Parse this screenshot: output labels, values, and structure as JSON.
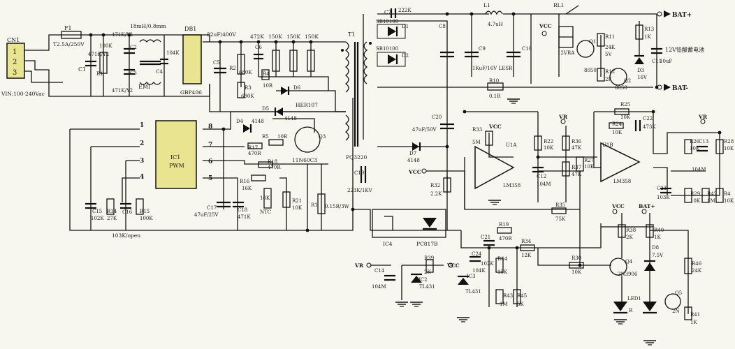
{
  "labels": {
    "cn1": "CN1",
    "vin": "VIN:100-240Vac",
    "f1": "F1",
    "fuse": "T2.5A/250V",
    "c1": "C1",
    "c1v": "471K/Y2",
    "c2": "C2",
    "c2v": "471K/Y2",
    "c3": "C3",
    "c3v": "471K/Y2",
    "r1": "R1",
    "r1v": "100K",
    "emi_hdr": "18mH/0.8mm",
    "emi": "EMI",
    "c4": "C4",
    "c4v": "104K",
    "db1": "DB1",
    "gbp": "GBP406",
    "c5": "C5",
    "c5v": "82uF/400V",
    "r2": "R2",
    "r2v": "680K",
    "r3": "R3",
    "r3v": "680K",
    "c6": "C6",
    "c6v": "472K",
    "r150a": "150K",
    "r150b": "150K",
    "r150c": "150K",
    "r4": "R4",
    "r4v": "10R",
    "d6": "D6",
    "her": "HER107",
    "t1": "T1",
    "pq": "PQ3220",
    "c7": "C7",
    "c7v": "222K",
    "sb1": "SB10100",
    "sb2": "SB10100",
    "d1": "D1",
    "d2": "D2",
    "c8": "C8",
    "l1": "L1",
    "l1v": "4.7uH",
    "c9": "C9",
    "c9v": "1KuF/16V LESR",
    "c10": "C10",
    "rl1": "RL1",
    "vcc": "VCC",
    "bat_p": "BAT+",
    "bat_n": "BAT-",
    "r11": "R11",
    "r11v": "24K",
    "q1": "Q1",
    "r13": "R13",
    "r13v": "1K",
    "d3": "D3",
    "d3v": "16V",
    "c11": "C11",
    "c11v": "10uF",
    "batt": "12V铅酸蓄电池",
    "relay": "12VRA",
    "q1t": "8050",
    "r12": "R12",
    "r12v": "2K",
    "q2": "Q2",
    "q2t": "8050",
    "sv": "5V",
    "r10": "R10",
    "r10v": "0.1R",
    "ic1": "IC1",
    "pwm": "PWM",
    "p1": "1",
    "p2": "2",
    "p3": "3",
    "p4": "4",
    "p5": "5",
    "p6": "6",
    "p7": "7",
    "p8": "8",
    "d4": "D4",
    "d4v": "4148",
    "d5": "D5",
    "d5v": "4148",
    "r5": "R5",
    "r5v": "10R",
    "r17": "R17",
    "r17v": "470R",
    "r18": "R18",
    "r18v": "470R",
    "q3": "Q3",
    "q3t": "11N60C3",
    "r16": "R16",
    "r16v": "16K",
    "r21": "R21",
    "r21v": "10K",
    "ntc": "NTC",
    "ntcv": "10K",
    "r1x": "R1",
    "r1xv": "0.15R/3W",
    "c15": "C15",
    "c15v": "102K",
    "r14": "R14",
    "r14v": "27K",
    "c16": "C16",
    "r15": "R15",
    "r15v": "100K",
    "c16v": "103K/open",
    "c17": "C17",
    "c17v": "47uF/25V",
    "c18": "C18",
    "c18v": "471K",
    "c19": "C19",
    "c19v": "223K/1KV",
    "c20": "C20",
    "c20v": "47uF/50V",
    "d7": "D7",
    "d7v": "4148",
    "vcc2": "VCC",
    "r32": "R32",
    "r32v": "2.2K",
    "r33": "R33",
    "r33v": "5M",
    "vcc3": "VCC",
    "u1a": "U1A",
    "lm1": "LM358",
    "r22": "R22",
    "r22v": "10K",
    "r36": "R36",
    "r36v": "47K",
    "c12": "C12",
    "c12v": "104M",
    "r37": "R37",
    "r37v": "47K",
    "vr1": "VR",
    "r27": "R27",
    "r27v": "10K",
    "r25": "R25",
    "r25v": "10K",
    "r24": "R24",
    "r24v": "10K",
    "c22": "C22",
    "c22v": "473K",
    "u1b": "U1B",
    "lm2": "LM358",
    "vr2": "VR",
    "r26": "R26",
    "r26v": "10K",
    "c13": "C13",
    "c13v": "104M",
    "r28": "R28",
    "r28v": "10K",
    "c23": "C23",
    "c23v": "103K",
    "r29": "R29",
    "r29v": "10K",
    "r42": "R42",
    "r42v": "1M",
    "r4x": "R4",
    "r4xv": "10K",
    "ic4": "IC4",
    "pc817": "PC817B",
    "r35": "R35",
    "r35v": "75K",
    "r19": "R19",
    "r19v": "470R",
    "c21": "C21",
    "c21v": "102K",
    "r34": "R34",
    "r34v": "12K",
    "c24": "C24",
    "c24v": "104K",
    "r44": "R44",
    "r44v": "15K",
    "ic3": "IC3",
    "tl1": "TL431",
    "r43": "R43",
    "r43v": "1M",
    "r45": "R45",
    "r45v": "5K",
    "vr3": "VR",
    "c14": "C14",
    "c14v": "104M",
    "r39": "R39",
    "r39v": "2K",
    "vcc4": "VCC",
    "ic2": "IC2",
    "tl2": "TL431",
    "r30": "R30",
    "r30v": "10K",
    "vcc5": "VCC",
    "bat_p2": "BAT+",
    "r38": "R38",
    "r38v": "2K",
    "r40": "R40",
    "r40v": "1K",
    "d8": "D8",
    "d8v": "7.5V",
    "q4": "Q4",
    "q4t": "2N3906",
    "r46": "R46",
    "r46v": "24K",
    "led1": "LED1",
    "ledR": "R",
    "q5": "Q5",
    "q5t": "2N",
    "r41": "R41",
    "r41v": "1K"
  }
}
